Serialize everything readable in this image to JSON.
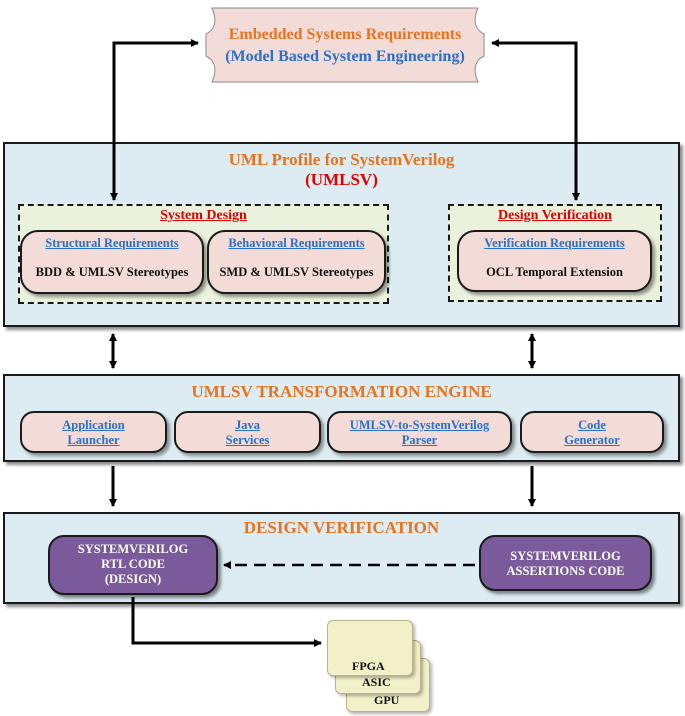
{
  "top_box": {
    "line1": "Embedded Systems Requirements",
    "line2": "(Model Based System Engineering)"
  },
  "profile_panel": {
    "title": "UML Profile for SystemVerilog",
    "subtitle": "(UMLSV)",
    "system_design": {
      "heading": "System Design",
      "structural": {
        "link": "Structural Requirements",
        "text": "BDD & UMLSV Stereotypes"
      },
      "behavioral": {
        "link": "Behavioral Requirements",
        "text": "SMD & UMLSV Stereotypes"
      }
    },
    "design_verification": {
      "heading": "Design Verification",
      "verification": {
        "link": "Verification Requirements",
        "text": "OCL Temporal Extension"
      }
    }
  },
  "engine_panel": {
    "title": "UMLSV TRANSFORMATION ENGINE",
    "modules": [
      {
        "line1": "Application",
        "line2": "Launcher"
      },
      {
        "line1": "Java",
        "line2": "Services"
      },
      {
        "line1": "UMLSV-to-SystemVerilog",
        "line2": "Parser"
      },
      {
        "line1": "Code",
        "line2": "Generator"
      }
    ]
  },
  "verification_panel": {
    "title": "DESIGN VERIFICATION",
    "rtl": {
      "line1": "SYSTEMVERILOG",
      "line2": "RTL CODE",
      "line3": "(DESIGN)"
    },
    "assertions": {
      "line1": "SYSTEMVERILOG",
      "line2": "ASSERTIONS CODE"
    }
  },
  "targets": [
    "FPGA",
    "ASIC",
    "GPU"
  ],
  "colors": {
    "panel_bg": "#dcecf2",
    "title_orange": "#e8731e",
    "link_blue": "#2a6fc9",
    "heading_red": "#e00000",
    "pill_pink": "#f3dcd8",
    "dashed_green": "#eaf1dc",
    "purple": "#7a5a9a",
    "card_yellow": "#f2f0c8"
  }
}
